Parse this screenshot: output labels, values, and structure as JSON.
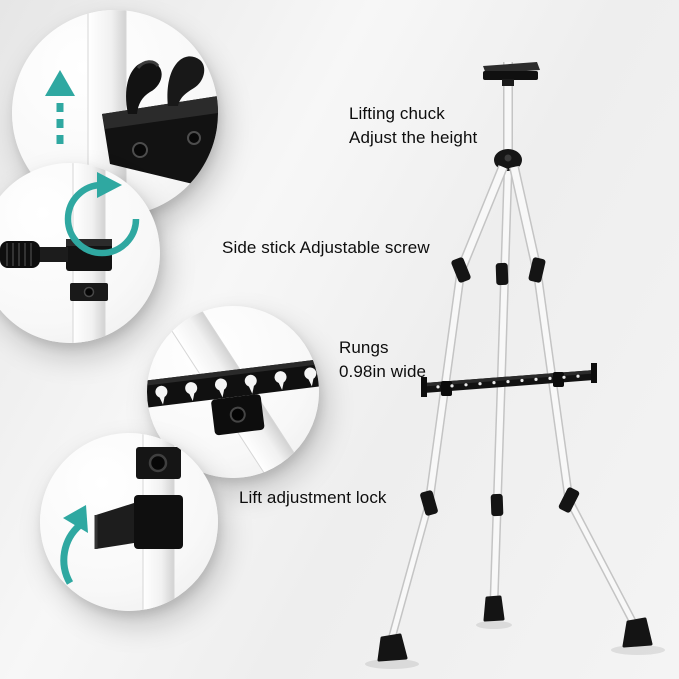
{
  "colors": {
    "accent": "#2fa8a1",
    "hardware": "#141414",
    "pole_edge": "#d0d0d0"
  },
  "callouts": [
    {
      "id": "lifting-chuck",
      "lines": [
        "Lifting chuck",
        "Adjust the height"
      ]
    },
    {
      "id": "side-stick-screw",
      "lines": [
        "Side stick Adjustable screw"
      ]
    },
    {
      "id": "rungs",
      "lines": [
        "Rungs",
        "0.98in wide"
      ]
    },
    {
      "id": "lift-lock",
      "lines": [
        "Lift adjustment lock"
      ]
    }
  ]
}
